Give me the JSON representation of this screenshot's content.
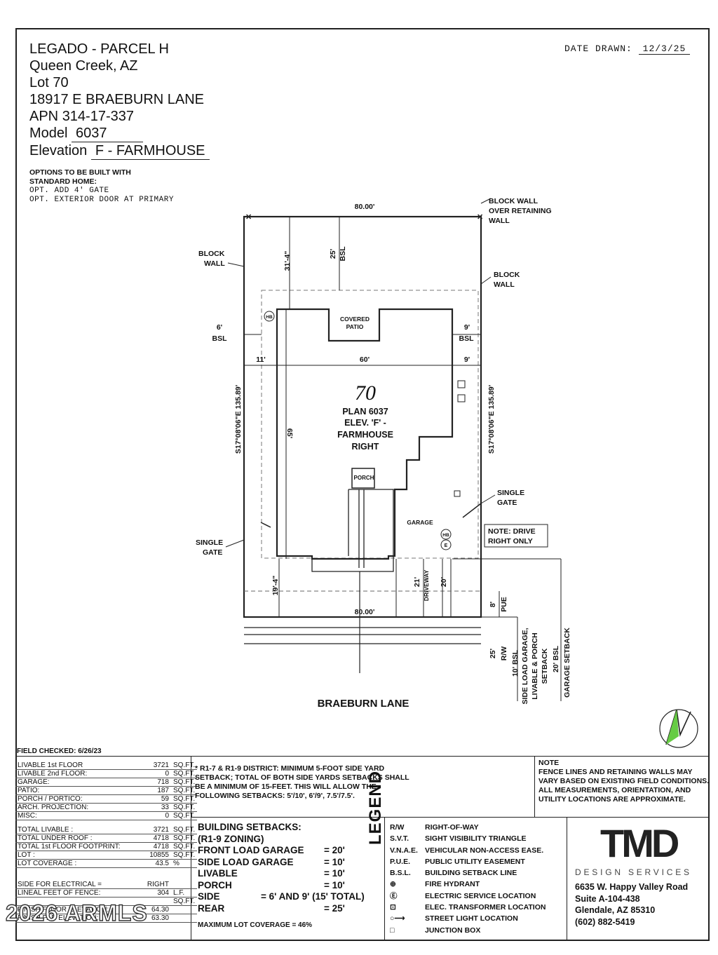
{
  "header": {
    "line1": "LEGADO - PARCEL H",
    "line2": "Queen Creek, AZ",
    "lot_label": "Lot",
    "lot": "70",
    "address": "18917 E BRAEBURN LANE",
    "apn_label": "APN",
    "apn": "314-17-337",
    "model_label": "Model",
    "model": "6037",
    "elevation_label": "Elevation",
    "elevation": "F - FARMHOUSE",
    "date_label": "DATE DRAWN:",
    "date": "12/3/25"
  },
  "options": {
    "title1": "OPTIONS TO BE BUILT WITH",
    "title2": "STANDARD HOME:",
    "opt1": "OPT. ADD 4' GATE",
    "opt2": "OPT. EXTERIOR DOOR AT PRIMARY"
  },
  "plan": {
    "lot_number": "70",
    "plan_text": "PLAN 6037",
    "elev_text": "ELEV. 'F' -",
    "style_text": "FARMHOUSE",
    "hand_text": "RIGHT",
    "covered_patio_1": "COVERED",
    "covered_patio_2": "PATIO",
    "porch": "PORCH",
    "garage": "GARAGE",
    "driveway": "DRIVEWAY",
    "hb": "HB",
    "e": "E",
    "dim_top": "80.00'",
    "dim_bottom": "80.00'",
    "dim_house_width": "60'",
    "dim_left_side": "11'",
    "dim_right_side": "9'",
    "dim_right_bsl": "9'",
    "dim_left_bsl": "6'",
    "bsl": "BSL",
    "dim_rear_setback": "31'-4\"",
    "dim_rear_bsl": "25'",
    "dim_house_depth": "65'",
    "dim_front": "19'-4\"",
    "dim_drive_21": "21'",
    "dim_drive_20": "20'",
    "dim_pue": "8'",
    "pue": "PUE",
    "dim_rw": "25'",
    "rw": "R/W",
    "bsl10": "10' BSL",
    "side_load_1": "SIDE LOAD GARAGE,",
    "side_load_2": "LIVABLE & PORCH",
    "side_load_3": "SETBACK",
    "garage_sb_1": "20' BSL",
    "garage_sb_2": "GARAGE SETBACK",
    "bearing_left": "S17°08'06\"E 135.89'",
    "bearing_right": "S17°08'06\"E 135.89'",
    "block_wall_retaining_1": "BLOCK WALL",
    "block_wall_retaining_2": "OVER RETAINING",
    "block_wall_retaining_3": "WALL",
    "block_wall_left_1": "BLOCK",
    "block_wall_left_2": "WALL",
    "block_wall_right_1": "BLOCK",
    "block_wall_right_2": "WALL",
    "single_gate_right_1": "SINGLE",
    "single_gate_right_2": "GATE",
    "single_gate_left_1": "SINGLE",
    "single_gate_left_2": "GATE",
    "note_drive_1": "NOTE: DRIVE",
    "note_drive_2": "RIGHT ONLY",
    "street": "BRAEBURN LANE"
  },
  "field_checked": "FIELD CHECKED: 6/26/23",
  "area_table": [
    {
      "label": "LIVABLE 1st FLOOR",
      "value": "3721",
      "unit": "SQ.FT."
    },
    {
      "label": "LIVABLE 2nd FLOOR:",
      "value": "0",
      "unit": "SQ.FT."
    },
    {
      "label": "GARAGE:",
      "value": "718",
      "unit": "SQ.FT."
    },
    {
      "label": "PATIO:",
      "value": "187",
      "unit": "SQ.FT."
    },
    {
      "label": "PORCH / PORTICO:",
      "value": "59",
      "unit": "SQ.FT."
    },
    {
      "label": "ARCH. PROJECTION:",
      "value": "33",
      "unit": "SQ.FT."
    },
    {
      "label": "MISC:",
      "value": "0",
      "unit": "SQ.FT."
    }
  ],
  "totals_table": [
    {
      "label": "TOTAL LIVABLE :",
      "value": "3721",
      "unit": "SQ.FT."
    },
    {
      "label": "TOTAL UNDER ROOF :",
      "value": "4718",
      "unit": "SQ.FT."
    },
    {
      "label": "TOTAL 1st FLOOR FOOTPRINT:",
      "value": "4718",
      "unit": "SQ.FT."
    },
    {
      "label": "LOT :",
      "value": "10855",
      "unit": "SQ.FT."
    },
    {
      "label": "LOT COVERAGE :",
      "value": "43.5",
      "unit": "%"
    }
  ],
  "misc_table": [
    {
      "label": "SIDE FOR ELECTRICAL =",
      "value": "RIGHT",
      "unit": ""
    },
    {
      "label": "LINEAL FEET OF FENCE:",
      "value": "304",
      "unit": "L.F."
    },
    {
      "label": "",
      "value": "",
      "unit": "SQ.FT."
    },
    {
      "label": "FINISH FLOOR ELEVATION:",
      "value": "64.30",
      "unit": ""
    },
    {
      "label": "FINISH PAD ELEVATION:",
      "value": "63.30",
      "unit": ""
    }
  ],
  "zoning_note": "* R1-7 & R1-9 DISTRICT: MINIMUM 5-FOOT SIDE YARD SETBACK; TOTAL OF BOTH SIDE YARDS SETBACKS SHALL BE A MINIMUM OF 15-FEET. THIS WILL ALLOW THE FOLLOWING SETBACKS: 5'/10', 6'/9', 7.5'/7.5'.",
  "fence_note": {
    "title": "NOTE",
    "text": "FENCE LINES AND RETAINING WALLS MAY VARY BASED ON EXISTING FIELD CONDITIONS. ALL MEASUREMENTS, ORIENTATION, AND UTILITY LOCATIONS ARE APPROXIMATE."
  },
  "setbacks": {
    "title": "BUILDING SETBACKS:",
    "zoning": "(R1-9 ZONING)",
    "rows": [
      {
        "k": "FRONT LOAD GARAGE",
        "v": "= 20'"
      },
      {
        "k": "SIDE LOAD GARAGE",
        "v": "= 10'"
      },
      {
        "k": "LIVABLE",
        "v": "= 10'"
      },
      {
        "k": "PORCH",
        "v": "= 10'"
      },
      {
        "k": "SIDE",
        "v": "= 6' AND 9' (15' TOTAL)"
      },
      {
        "k": "REAR",
        "v": "= 25'"
      }
    ],
    "max_coverage": "MAXIMUM LOT COVERAGE     = 46%"
  },
  "legend_title": "LEGEND",
  "legend": [
    {
      "abbr": "R/W",
      "desc": "RIGHT-OF-WAY"
    },
    {
      "abbr": "S.V.T.",
      "desc": "SIGHT VISIBILITY TRIANGLE"
    },
    {
      "abbr": "V.N.A.E.",
      "desc": "VEHICULAR NON-ACCESS EASE."
    },
    {
      "abbr": "P.U.E.",
      "desc": "PUBLIC UTILITY EASEMENT"
    },
    {
      "abbr": "B.S.L.",
      "desc": "BUILDING SETBACK LINE"
    },
    {
      "abbr": "⊕",
      "desc": "FIRE HYDRANT"
    },
    {
      "abbr": "Ⓔ",
      "desc": "ELECTRIC SERVICE LOCATION"
    },
    {
      "abbr": "⊡",
      "desc": "ELEC. TRANSFORMER LOCATION"
    },
    {
      "abbr": "○⟶",
      "desc": "STREET LIGHT LOCATION"
    },
    {
      "abbr": "□",
      "desc": "JUNCTION BOX"
    }
  ],
  "company": {
    "logo": "TMD",
    "tagline": "DESIGN SERVICES",
    "addr1": "6635 W. Happy Valley Road",
    "addr2": "Suite A-104-438",
    "addr3": "Glendale, AZ 85310",
    "phone": "(602) 882-5419"
  },
  "watermark": "2026 ARMLS"
}
